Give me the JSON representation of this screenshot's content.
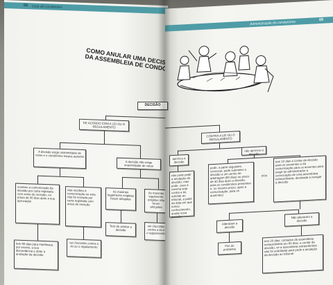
{
  "left_page": {
    "page_number": "68",
    "running_head": "Guia do condómino",
    "title_line1": "COMO ANULAR UMA DECISÃO",
    "title_line2": "DA ASSEMBLEIA DE CONDÓMINOS",
    "root_label": "DECISÃO",
    "branch_regulation": "DE ACORDO COM A LEI OU O REGULAMENTO",
    "unanimity": "A decisão exige unanimidade de votos e o condómino estava ausente",
    "no_unanimity": "A decisão não exige unanimidade de votos",
    "received": "recebeu a comunicação da decisão por carta registada com aviso de receção, no prazo de 30 dias após a sua aprovação",
    "not_received": "não recebeu a comunicação ou esta não foi enviada por carta registada com aviso de receção",
    "majority_met": "As maiorias legalmente exigidas foram atingidas",
    "majority_not_met": "As maiorias legalmente exigidas não foram atingidas",
    "has_90_days": "tem 90 dias para manifestar, por escrito, a sua discordância e obter a anulação da decisão",
    "see_decisions": "ver Decisões contra a lei ou o regulamento",
    "can_approve": "Tem de aceitar a decisão",
    "see_decisions_2": "ver Decisões contra a lei e o regulamento"
  },
  "right_page": {
    "page_number": "69",
    "running_head": "Administração do condomínio",
    "branch_against": "CONTRA A LEI OU O REGULAMENTO",
    "approved": "aprovou a decisão",
    "not_approved": "não aprovou a decisão",
    "cannot": "não pode pedir a anulação da decisão, mas pode, caso a mesma seja contra a lei, solicitar ao tribunal, a partir da data em que tomou conhecimento, anular essa decisão",
    "arbitration": "pode, a partir seguintes, convocar, pode submeter a decisão a um centro de arbitragem (60 dias) no prazo de 30 dias após a decisão, para os condóminos presentes e, no mesmo prazo, após a comunicação, para os ausentes)",
    "or_label": "e/ou",
    "ten_days": "tem 10 dias a contar da decisão para os presentes e da comunicação para os ausentes para exigir ao administrador a convocação de uma assembleia extraordinária, destinada a revogar a decisão",
    "altered": "Alteraram a decisão",
    "not_altered": "Não alteraram a decisão",
    "end_problem": "Fim do problema",
    "twenty_days": "tem 20 dias, contados da assembleia extraordinária (ou 60 dias, a contar da decisão, se a assembleia extraordinária não foi solicitada) para pedir a anulação da decisão ao tribunal"
  },
  "colors": {
    "header_band": "#4f9ca6",
    "paper": "#f5f5f1",
    "ink": "#333333"
  }
}
